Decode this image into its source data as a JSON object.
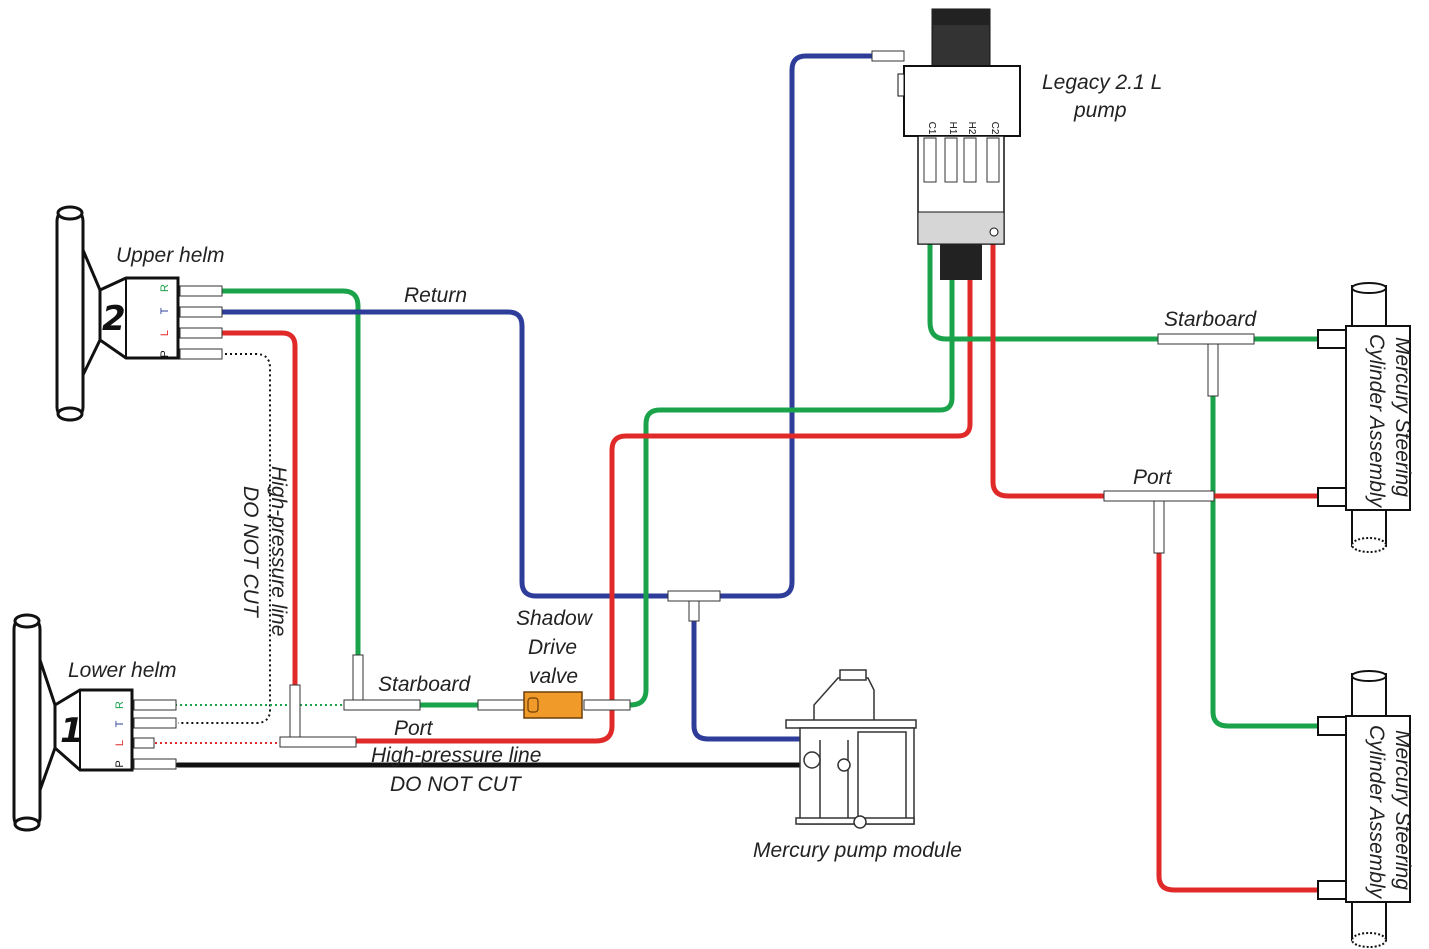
{
  "colors": {
    "green": "#1aa34a",
    "blue": "#2e3d9a",
    "red": "#e02a2a",
    "black": "#111111",
    "valve": "#f09a2a"
  },
  "labels": {
    "upper_helm": "Upper helm",
    "lower_helm": "Lower helm",
    "upper_helm_number": "2",
    "lower_helm_number": "1",
    "return": "Return",
    "legacy_pump_l1": "Legacy 2.1 L",
    "legacy_pump_l2": "pump",
    "starboard_top": "Starboard",
    "port_right": "Port",
    "hp_vertical_l1": "High-pressure line",
    "hp_vertical_l2": "DO NOT CUT",
    "shadow_l1": "Shadow",
    "shadow_l2": "Drive",
    "shadow_l3": "valve",
    "starboard_lower": "Starboard",
    "port_lower": "Port",
    "hp_horizontal_l1": "High-pressure line",
    "hp_horizontal_l2": "DO NOT CUT",
    "pump_module": "Mercury pump module",
    "cylinder_top_l1": "Mercury Steering",
    "cylinder_top_l2": "Cylinder Assembly",
    "cylinder_bottom_l1": "Mercury Steering",
    "cylinder_bottom_l2": "Cylinder Assembly"
  },
  "helm_ports": {
    "r": "R",
    "t": "T",
    "l": "L",
    "p": "P"
  },
  "pump_ports": {
    "c1": "C1",
    "h1": "H1",
    "h2": "H2",
    "c2": "C2"
  }
}
